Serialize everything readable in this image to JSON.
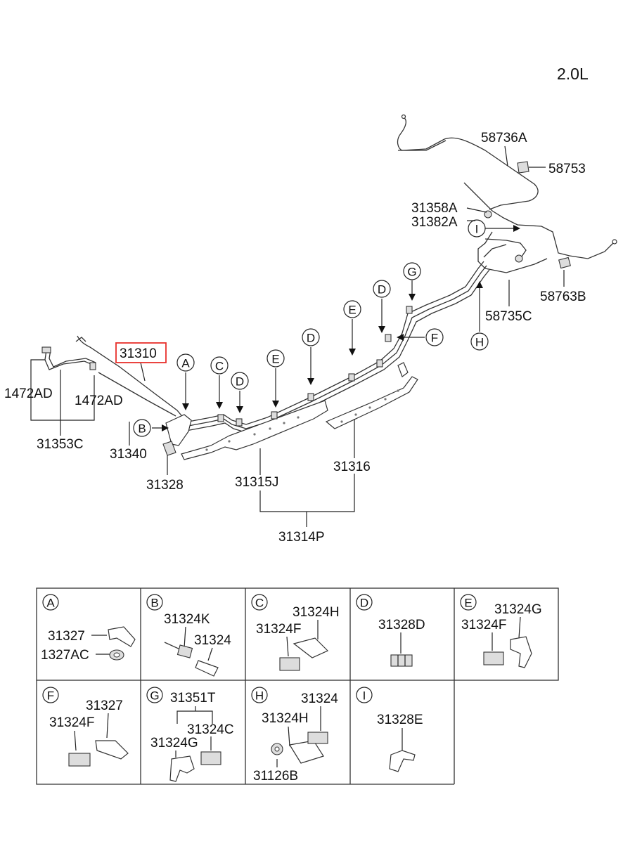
{
  "engine": "2.0L",
  "highlight_color": "#e8302b",
  "labels": {
    "l58736A": "58736A",
    "l58753": "58753",
    "l31358A": "31358A",
    "l31382A": "31382A",
    "l58763B": "58763B",
    "l58735C": "58735C",
    "l31310": "31310",
    "l1472AD_left": "1472AD",
    "l1472AD_right": "1472AD",
    "l31353C": "31353C",
    "l31340": "31340",
    "l31328": "31328",
    "l31315J": "31315J",
    "l31316": "31316",
    "l31314P": "31314P"
  },
  "callouts": {
    "A": "A",
    "B": "B",
    "C": "C",
    "D1": "D",
    "D2": "D",
    "D3": "D",
    "E1": "E",
    "E2": "E",
    "F": "F",
    "G": "G",
    "H": "H",
    "I": "I"
  },
  "detail_cells": [
    {
      "letter": "A",
      "parts": [
        "31327",
        "1327AC"
      ]
    },
    {
      "letter": "B",
      "parts": [
        "31324K",
        "31324"
      ]
    },
    {
      "letter": "C",
      "parts": [
        "31324H",
        "31324F"
      ]
    },
    {
      "letter": "D",
      "parts": [
        "31328D"
      ]
    },
    {
      "letter": "E",
      "parts": [
        "31324G",
        "31324F"
      ]
    },
    {
      "letter": "F",
      "parts": [
        "31327",
        "31324F"
      ]
    },
    {
      "letter": "G",
      "parts": [
        "31351T",
        "31324C",
        "31324G"
      ]
    },
    {
      "letter": "H",
      "parts": [
        "31324",
        "31324H",
        "31126B"
      ]
    },
    {
      "letter": "I",
      "parts": [
        "31328E"
      ]
    }
  ]
}
